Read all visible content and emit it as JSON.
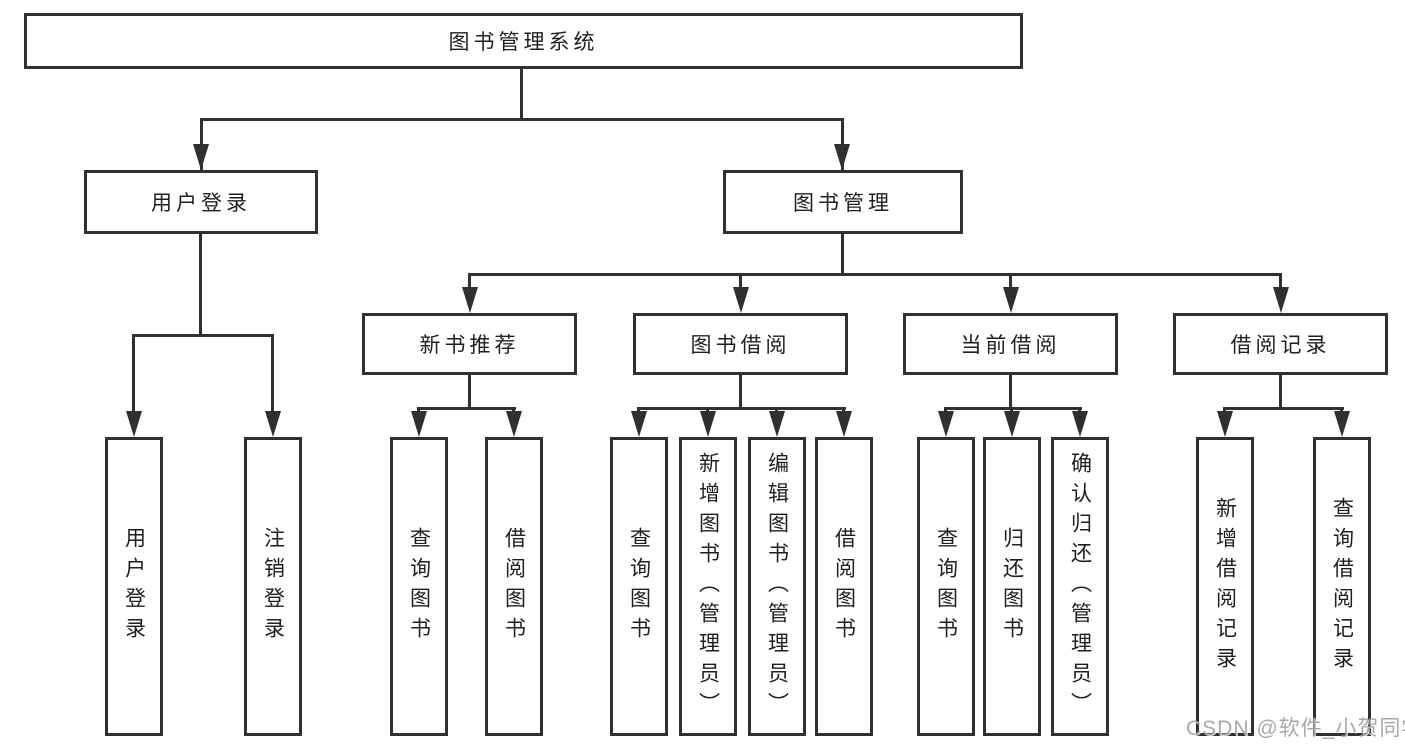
{
  "diagram": {
    "title_node": "图书管理系统",
    "branches": [
      {
        "label": "用户登录",
        "children": [
          {
            "label": "用户登录"
          },
          {
            "label": "注销登录"
          }
        ]
      },
      {
        "label": "图书管理",
        "children": [
          {
            "label": "新书推荐",
            "children": [
              {
                "label": "查询图书"
              },
              {
                "label": "借阅图书"
              }
            ]
          },
          {
            "label": "图书借阅",
            "children": [
              {
                "label": "查询图书"
              },
              {
                "label": "新增图书（管理员）"
              },
              {
                "label": "编辑图书（管理员）"
              },
              {
                "label": "借阅图书"
              }
            ]
          },
          {
            "label": "当前借阅",
            "children": [
              {
                "label": "查询图书"
              },
              {
                "label": "归还图书"
              },
              {
                "label": "确认归还（管理员）"
              }
            ]
          },
          {
            "label": "借阅记录",
            "children": [
              {
                "label": "新增借阅记录"
              },
              {
                "label": "查询借阅记录"
              }
            ]
          }
        ]
      }
    ],
    "watermark": "CSDN @软件_小贺同学",
    "colors": {
      "line": "#303030",
      "text": "#1f1f1f",
      "watermark": "#a0a0a0",
      "background": "#ffffff"
    }
  }
}
